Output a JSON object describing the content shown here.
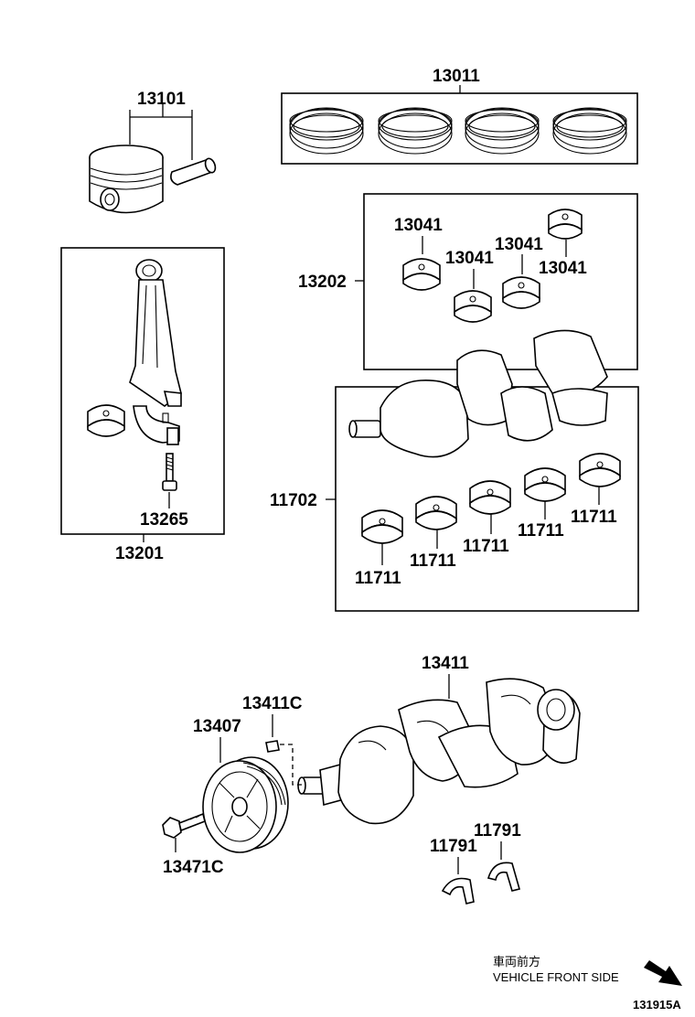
{
  "labels": {
    "piston": "13101",
    "ring_set": "13011",
    "con_rod_bearing_box": "13202",
    "con_rod_bearing_1": "13041",
    "con_rod_bearing_2": "13041",
    "con_rod_bearing_3": "13041",
    "con_rod_bearing_4": "13041",
    "con_rod_bolt": "13265",
    "con_rod_assy": "13201",
    "main_bearing_box": "11702",
    "main_bearing_1": "11711",
    "main_bearing_2": "11711",
    "main_bearing_3": "11711",
    "main_bearing_4": "11711",
    "main_bearing_5": "11711",
    "crankshaft": "13411",
    "crank_pin": "13411C",
    "pulley": "13407",
    "pulley_bolt": "13471C",
    "thrust_washer_1": "11791",
    "thrust_washer_2": "11791"
  },
  "footer": {
    "front_jp": "車両前方",
    "front_en": "VEHICLE FRONT SIDE",
    "diagram_id": "131915A"
  },
  "icons": {
    "front_arrow": "arrow-down-right-icon"
  }
}
